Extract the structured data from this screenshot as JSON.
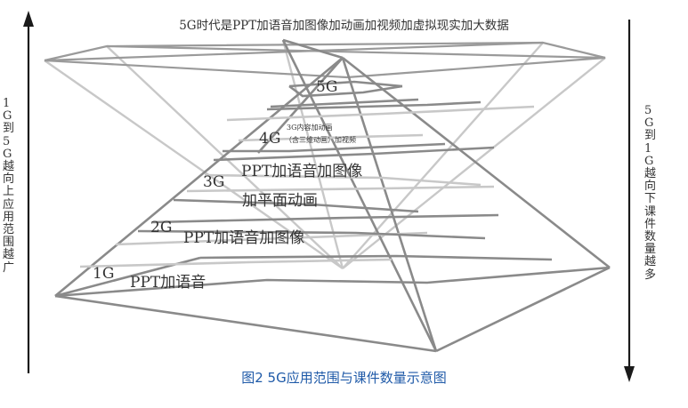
{
  "header": {
    "caption": "5G时代是PPT加语音加图像加动画加视频加虚拟现实加大数据"
  },
  "side_labels": {
    "left": "1G到5G越向上应用范围越广",
    "right": "5G到1G越向下课件数量越多"
  },
  "levels": [
    {
      "name": "5G",
      "description": ""
    },
    {
      "name": "4G",
      "description": "3G内容加动画",
      "description_line2": "（含三维动画）加视频"
    },
    {
      "name": "3G",
      "description": "PPT加语音加图像",
      "description_line2": "加平面动画"
    },
    {
      "name": "2G",
      "description": "PPT加语音加图像"
    },
    {
      "name": "1G",
      "description": "PPT加语音"
    }
  ],
  "figure_caption": "图2 5G应用范围与课件数量示意图",
  "colors": {
    "dark_line": "#8a8a8a",
    "light_line": "#c8c8c8",
    "arrow": "#1a1a1a",
    "caption_blue": "#1f5aa8"
  }
}
